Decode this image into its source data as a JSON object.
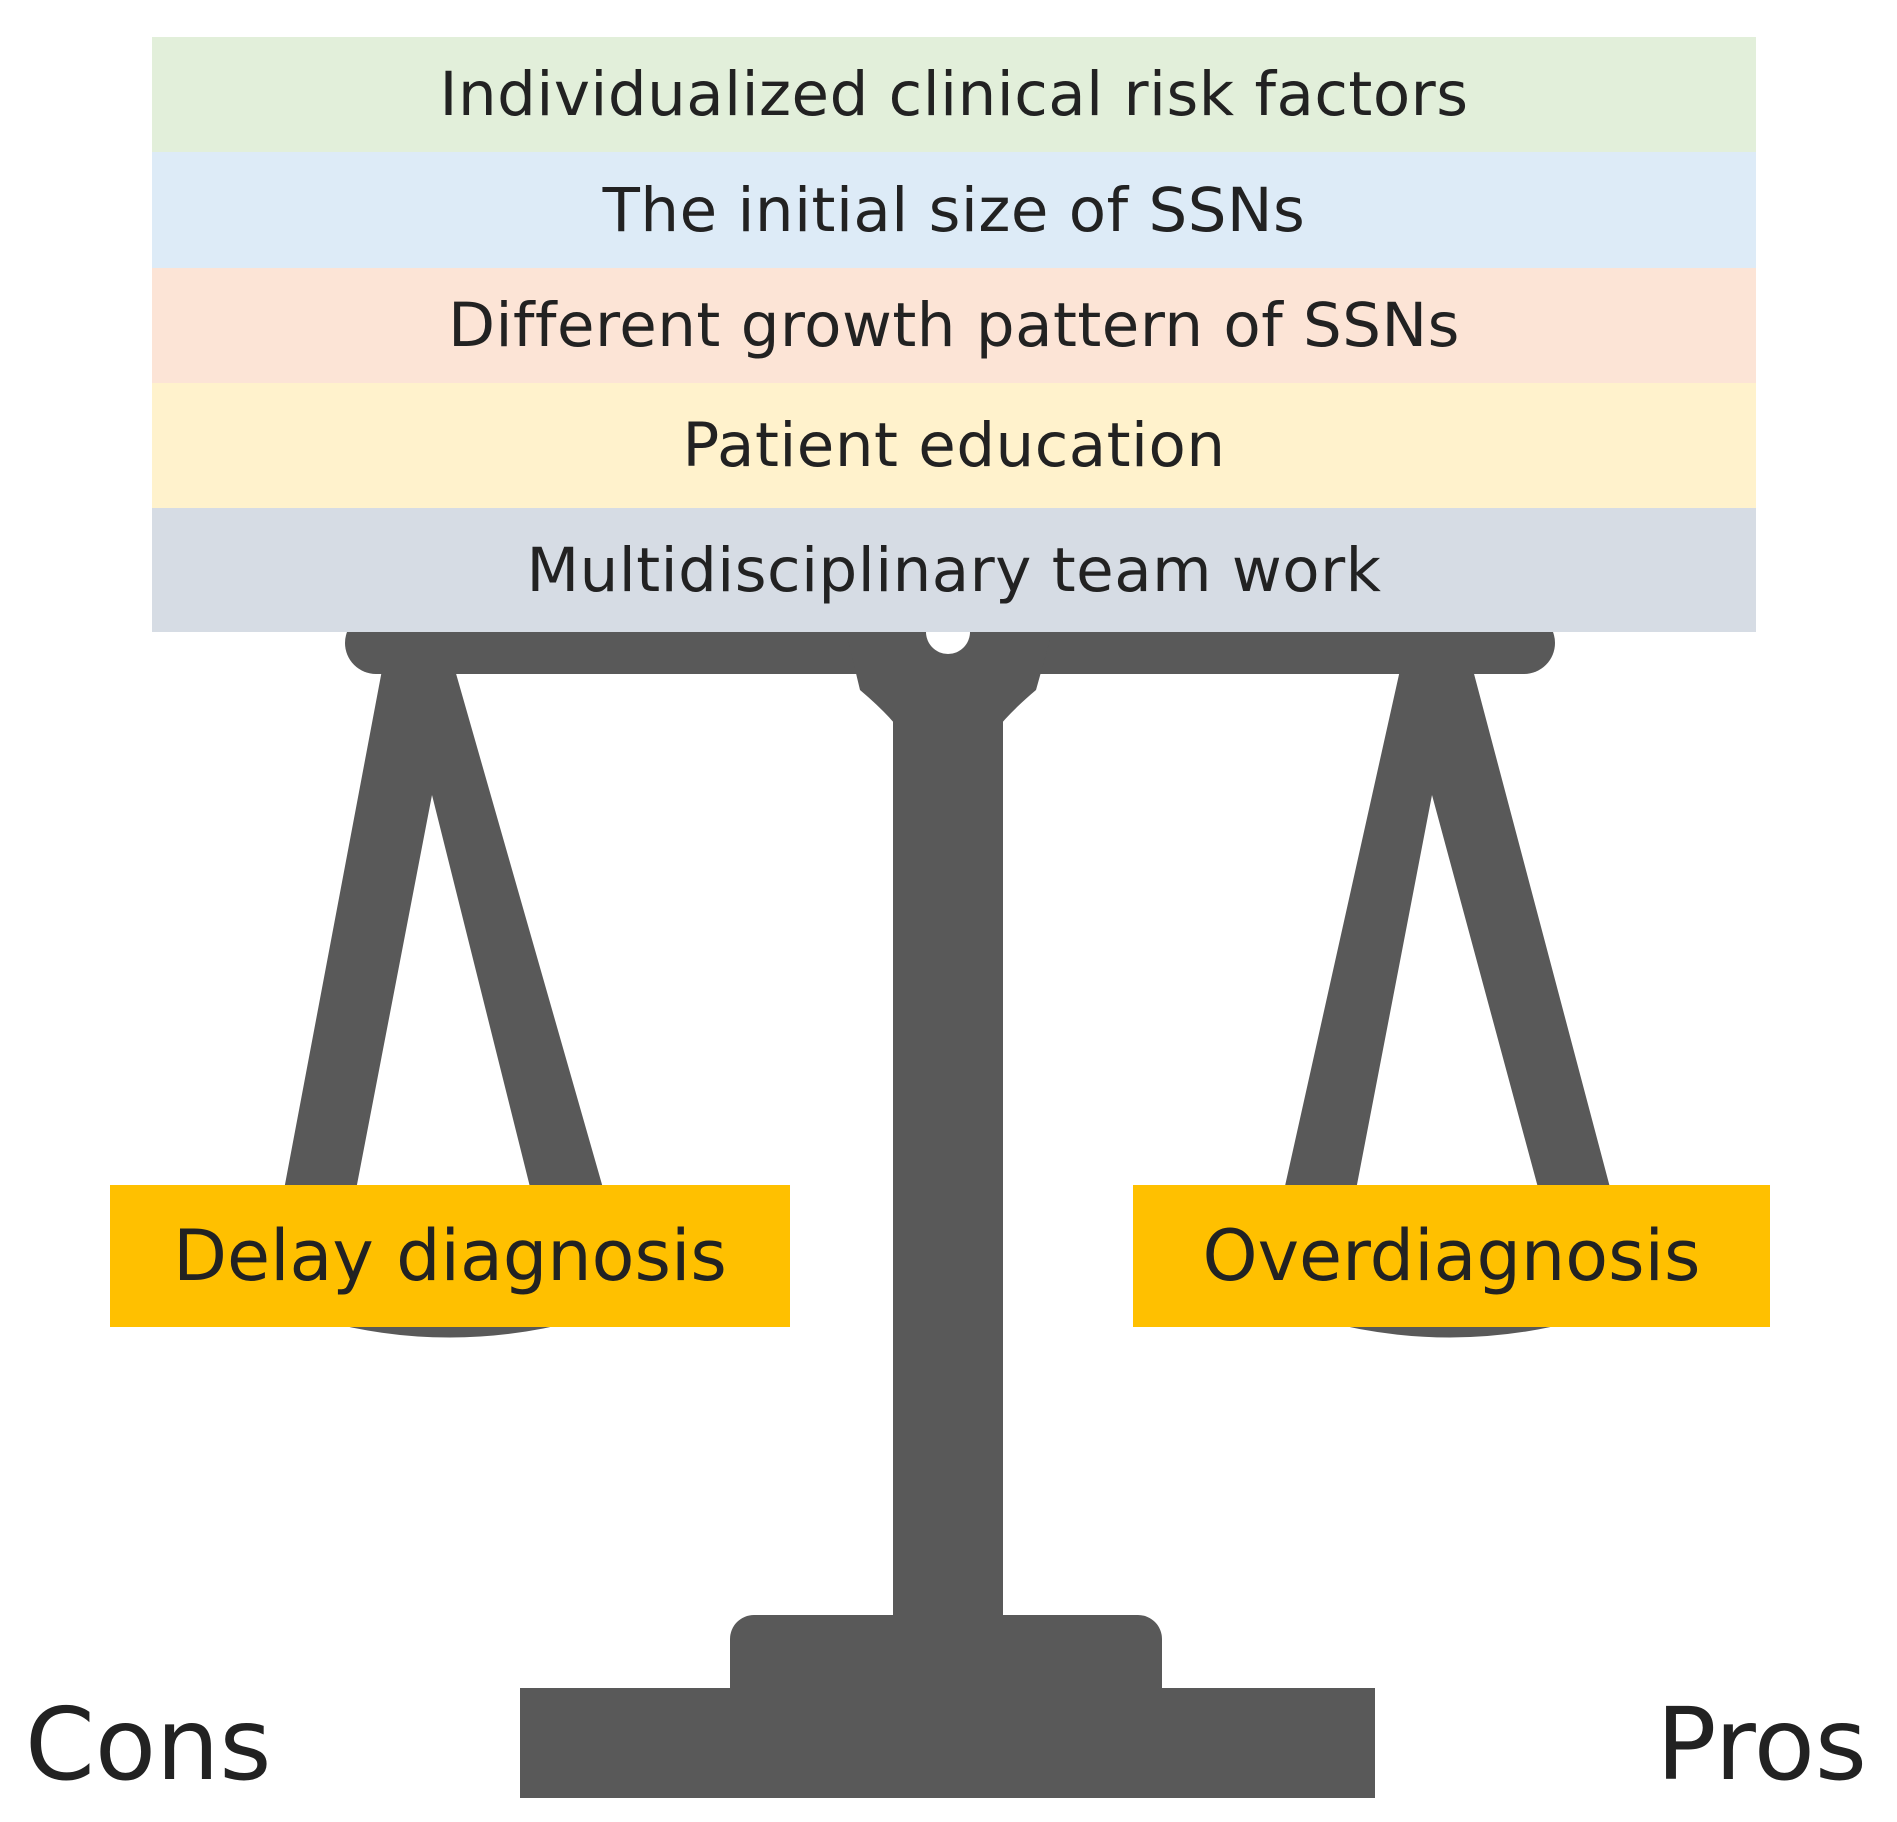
{
  "factors": [
    {
      "label": "Individualized clinical risk factors",
      "color": "#e2efda"
    },
    {
      "label": "The initial size of SSNs",
      "color": "#ddebf7"
    },
    {
      "label": "Different growth pattern of SSNs",
      "color": "#fce4d6"
    },
    {
      "label": "Patient education",
      "color": "#fff2cc"
    },
    {
      "label": "Multidisciplinary team work",
      "color": "#d6dce4"
    }
  ],
  "left_pan": {
    "label": "Delay diagnosis"
  },
  "right_pan": {
    "label": "Overdiagnosis"
  },
  "side_labels": {
    "left": "Cons",
    "right": "Pros"
  },
  "colors": {
    "scale": "#595959",
    "pan_label_bg": "#ffc000",
    "text": "#222222"
  },
  "icons": [
    "balance-scale-icon"
  ]
}
